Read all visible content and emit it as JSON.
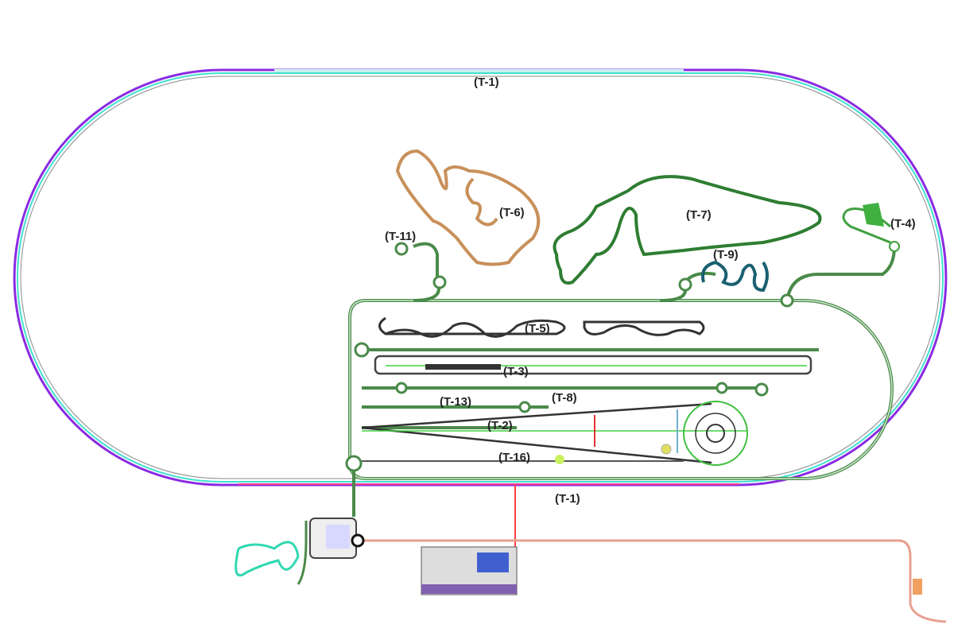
{
  "title": "Proving ground track layout",
  "tracks": {
    "t1_top": "(T-1)",
    "t1_bottom": "(T-1)",
    "t2": "(T-2)",
    "t3": "(T-3)",
    "t4": "(T-4)",
    "t5": "(T-5)",
    "t6": "(T-6)",
    "t7": "(T-7)",
    "t8": "(T-8)",
    "t9": "(T-9)",
    "t11": "(T-11)",
    "t13": "(T-13)",
    "t16": "(T-16)"
  },
  "colors": {
    "oval_outer": "#8a2be2",
    "oval_inner": "#40e0d0",
    "infield_road": "#4a8a4a",
    "handling_t6": "#c8905a",
    "handling_t7": "#2e7d32",
    "access_road": "#ff4040",
    "offroad": "#30d8b0"
  }
}
